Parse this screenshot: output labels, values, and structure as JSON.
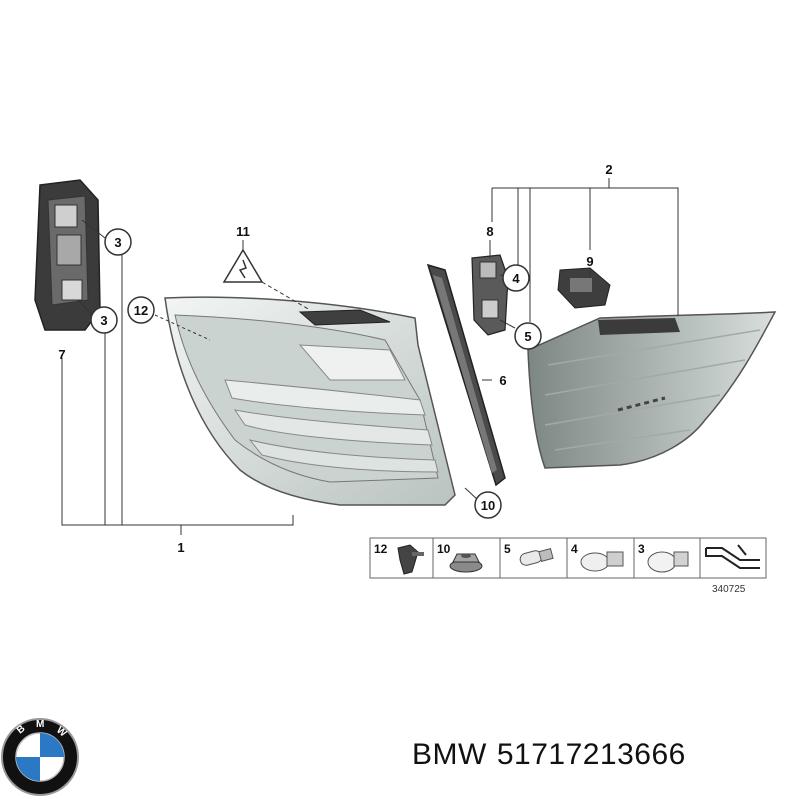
{
  "diagram": {
    "callouts": {
      "c1": "1",
      "c2": "2",
      "c3a": "3",
      "c3b": "3",
      "c4": "4",
      "c5": "5",
      "c6": "6",
      "c7": "7",
      "c8": "8",
      "c9": "9",
      "c10": "10",
      "c11": "11",
      "c12": "12"
    },
    "legend": {
      "items": [
        "12",
        "10",
        "5",
        "4",
        "3"
      ],
      "code": "340725"
    }
  },
  "footer": {
    "brand": "BMW",
    "part_number": "51717213666"
  },
  "colors": {
    "lens": "#dfe6e3",
    "lens_dark": "#8f9995",
    "frame": "#444444",
    "bmw_blue": "#2b78c5"
  }
}
